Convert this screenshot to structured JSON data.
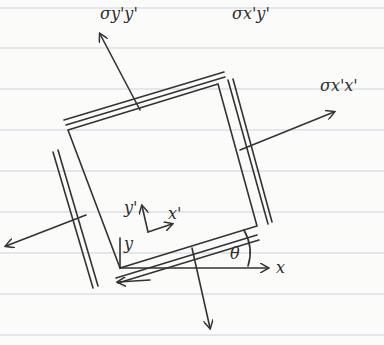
{
  "diagram": {
    "labels": [
      "σy'y'",
      "σx'y'",
      "σx'x'",
      "y'",
      "x'",
      "y",
      "θ",
      "x"
    ]
  }
}
